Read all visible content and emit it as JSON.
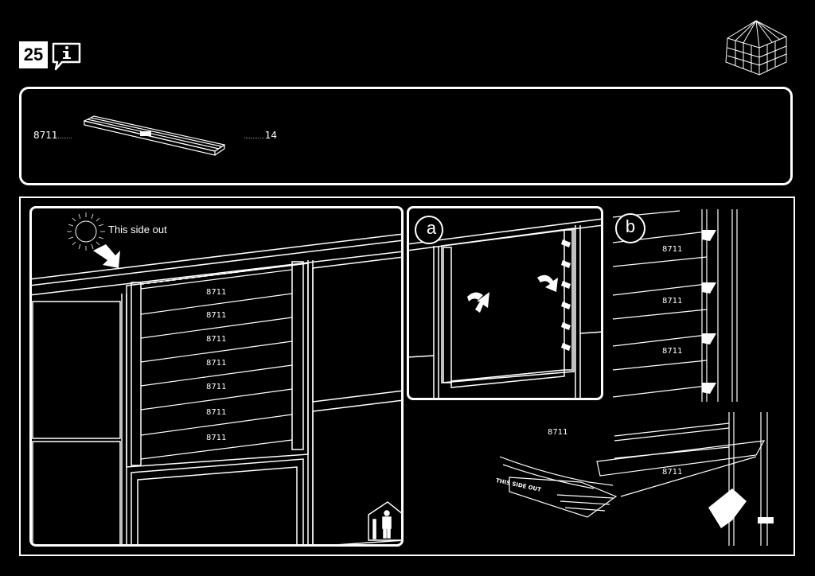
{
  "step": {
    "number": "25"
  },
  "parts": {
    "part_number": "8711",
    "quantity": "14",
    "leader_left": "........",
    "leader_right": "............"
  },
  "main_view": {
    "orientation_label": "This side out",
    "louver_labels": [
      "8711",
      "8711",
      "8711",
      "8711",
      "8711",
      "8711",
      "8711"
    ]
  },
  "detail_a": {
    "label": "a"
  },
  "detail_b": {
    "label": "b",
    "louver_labels": [
      "8711",
      "8711",
      "8711"
    ]
  },
  "detail_c": {
    "louver_labels": [
      "8711",
      "8711"
    ],
    "stamp_text": "THIS SIDE OUT"
  },
  "icons": [
    "info-icon",
    "greenhouse-icon",
    "sun-icon",
    "arrow-icon",
    "rotate-arrow-icon",
    "person-icon"
  ],
  "colors": {
    "background": "#000000",
    "line": "#ffffff"
  }
}
